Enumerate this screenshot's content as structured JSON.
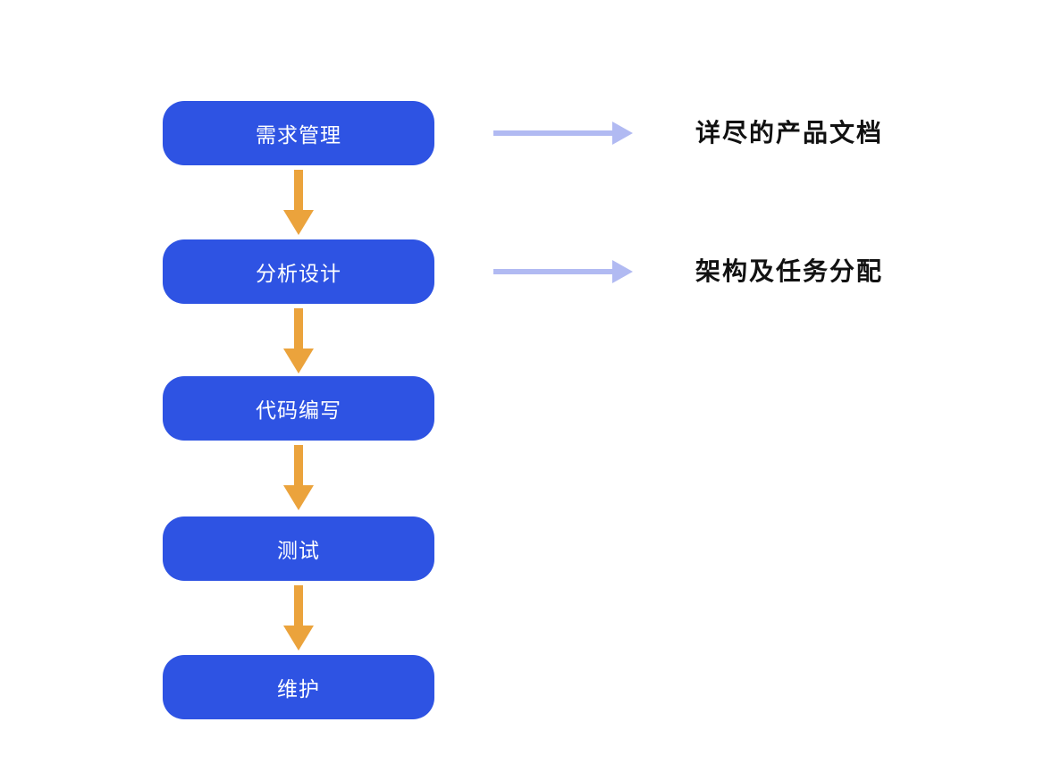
{
  "diagram": {
    "type": "flowchart",
    "direction": "top-down",
    "nodes": [
      {
        "id": "requirements",
        "label": "需求管理"
      },
      {
        "id": "analysis-design",
        "label": "分析设计"
      },
      {
        "id": "coding",
        "label": "代码编写"
      },
      {
        "id": "testing",
        "label": "测试"
      },
      {
        "id": "maintenance",
        "label": "维护"
      }
    ],
    "flow_edges": [
      {
        "from": "需求管理",
        "to": "分析设计"
      },
      {
        "from": "分析设计",
        "to": "代码编写"
      },
      {
        "from": "代码编写",
        "to": "测试"
      },
      {
        "from": "测试",
        "to": "维护"
      }
    ],
    "annotations": [
      {
        "for": "需求管理",
        "label": "详尽的产品文档"
      },
      {
        "for": "分析设计",
        "label": "架构及任务分配"
      }
    ],
    "colors": {
      "node_fill": "#2e53e3",
      "node_text": "#ffffff",
      "flow_arrow": "#eba33c",
      "annotation_arrow": "#b1baf2",
      "annotation_text": "#111111",
      "background": "#ffffff"
    }
  }
}
